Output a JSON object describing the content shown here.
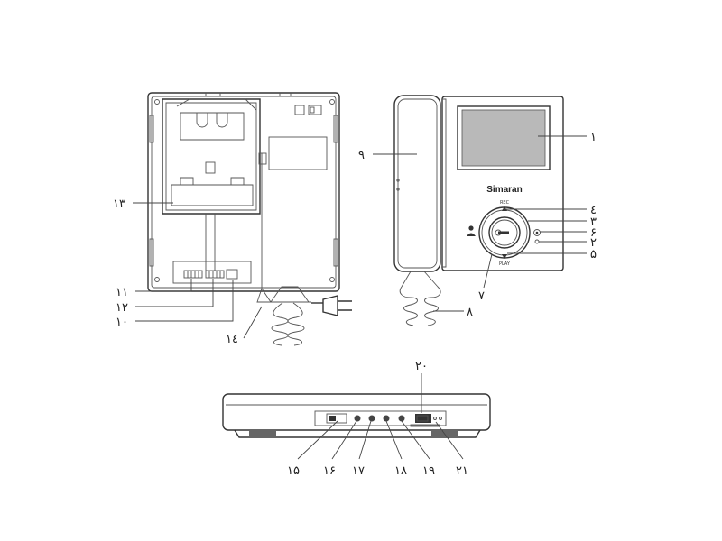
{
  "brand": "Simaran",
  "button_labels": {
    "rec": "REC",
    "play": "PLAY"
  },
  "callouts": {
    "c1": "۱",
    "c2": "۲",
    "c3": "۳",
    "c4": "٤",
    "c5": "۵",
    "c6": "۶",
    "c7": "۷",
    "c8": "۸",
    "c9": "۹",
    "c10": "۱۰",
    "c11": "۱۱",
    "c12": "۱۲",
    "c13": "۱۳",
    "c14": "۱٤",
    "c15": "۱۵",
    "c16": "۱۶",
    "c17": "۱۷",
    "c18": "۱۸",
    "c19": "۱۹",
    "c20": "۲۰",
    "c21": "۲۱"
  }
}
